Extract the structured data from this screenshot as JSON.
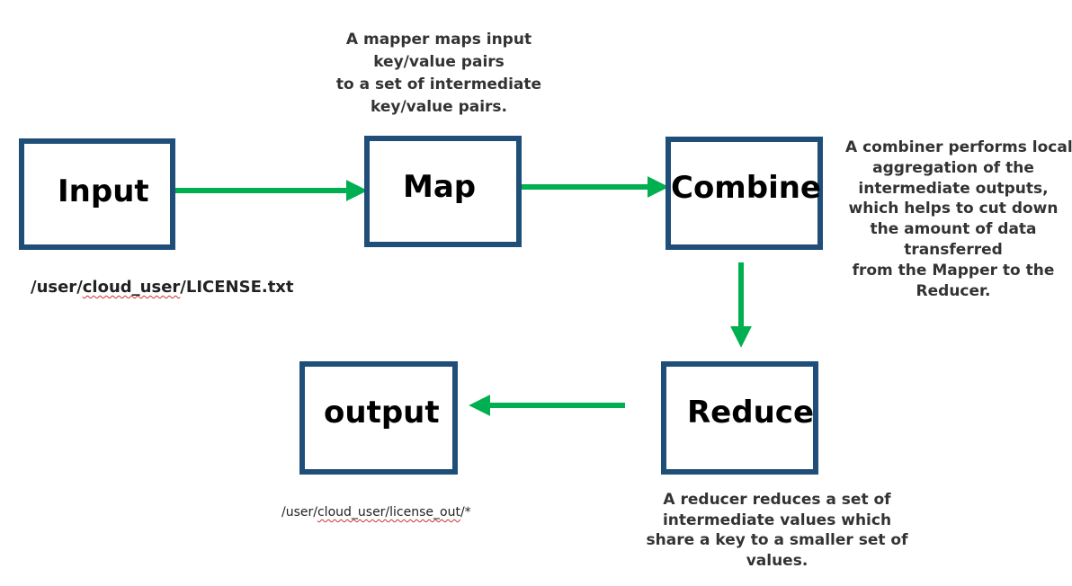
{
  "colors": {
    "box_border": "#1f4e79",
    "arrow": "#00b050",
    "note_text": "#333333",
    "spellcheck_underline": "#d03030"
  },
  "boxes": {
    "input": "Input",
    "map": "Map",
    "combine": "Combine",
    "reduce": "Reduce",
    "output": "output"
  },
  "notes": {
    "mapper": [
      "A mapper maps input",
      "key/value pairs",
      "to a set of intermediate",
      "key/value pairs."
    ],
    "combiner": [
      "A combiner performs local",
      "aggregation of the",
      "intermediate outputs,",
      "which helps to cut down",
      "the amount of data",
      "transferred",
      "from the Mapper to the",
      "Reducer."
    ],
    "reducer": [
      "A reducer reduces a set of",
      "intermediate values which",
      "share a key to a smaller set of",
      "values."
    ]
  },
  "paths": {
    "input": {
      "prefix": "/user/",
      "underlined": "cloud_user",
      "suffix": "/LICENSE.txt"
    },
    "output": {
      "prefix": "/user/",
      "underlined": "cloud_user/license_out",
      "suffix": "/*"
    }
  }
}
